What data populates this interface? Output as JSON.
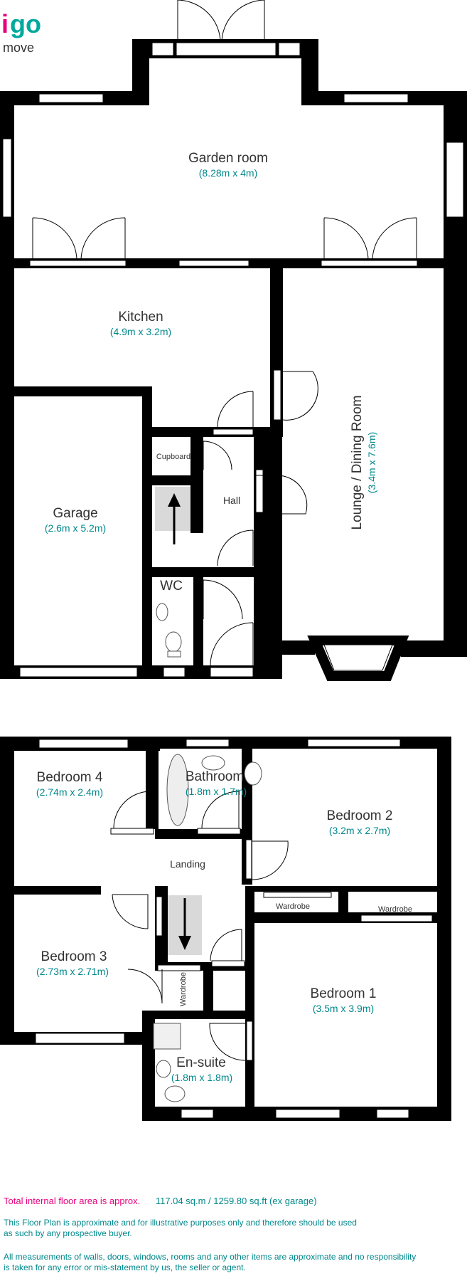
{
  "logo": {
    "i": "i",
    "go": "go",
    "move": "move",
    "i_color": "#e6007e",
    "go_color": "#00a99d"
  },
  "colors": {
    "wall": "#000000",
    "accent_pink": "#e6007e",
    "accent_teal": "#00888c",
    "stairs": "#d9d9d9"
  },
  "rooms": {
    "garden_room": {
      "name": "Garden room",
      "dim": "(8.28m x 4m)"
    },
    "kitchen": {
      "name": "Kitchen",
      "dim": "(4.9m x 3.2m)"
    },
    "lounge": {
      "name": "Lounge / Dining Room",
      "dim": "(3.4m x 7.6m)"
    },
    "garage": {
      "name": "Garage",
      "dim": "(2.6m x 5.2m)"
    },
    "cupboard": {
      "name": "Cupboard"
    },
    "hall": {
      "name": "Hall"
    },
    "wc": {
      "name": "WC"
    },
    "bedroom4": {
      "name": "Bedroom 4",
      "dim": "(2.74m x 2.4m)"
    },
    "bathroom": {
      "name": "Bathroom",
      "dim": "(1.8m x 1.7m)"
    },
    "bedroom2": {
      "name": "Bedroom 2",
      "dim": "(3.2m x 2.7m)"
    },
    "landing": {
      "name": "Landing"
    },
    "wardrobe_a": {
      "name": "Wardrobe"
    },
    "wardrobe_b": {
      "name": "Wardrobe"
    },
    "wardrobe_c": {
      "name": "Wardrobe"
    },
    "bedroom3": {
      "name": "Bedroom 3",
      "dim": "(2.73m x 2.71m)"
    },
    "bedroom1": {
      "name": "Bedroom 1",
      "dim": "(3.5m x 3.9m)"
    },
    "ensuite": {
      "name": "En-suite",
      "dim": "(1.8m x 1.8m)"
    }
  },
  "footer": {
    "area_label": "Total internal floor area is approx.",
    "area_value": "117.04 sq.m  / 1259.80 sq.ft (ex garage)",
    "disclaimer1_line1": "This Floor Plan is approximate and for illustrative purposes only and therefore should be used",
    "disclaimer1_line2": "as such by any prospective buyer.",
    "disclaimer2_line1": "All measurements of walls, doors, windows, rooms and any other items are approximate and no responsibility",
    "disclaimer2_line2": "is taken for any error or mis-statement by us, the seller or agent."
  }
}
